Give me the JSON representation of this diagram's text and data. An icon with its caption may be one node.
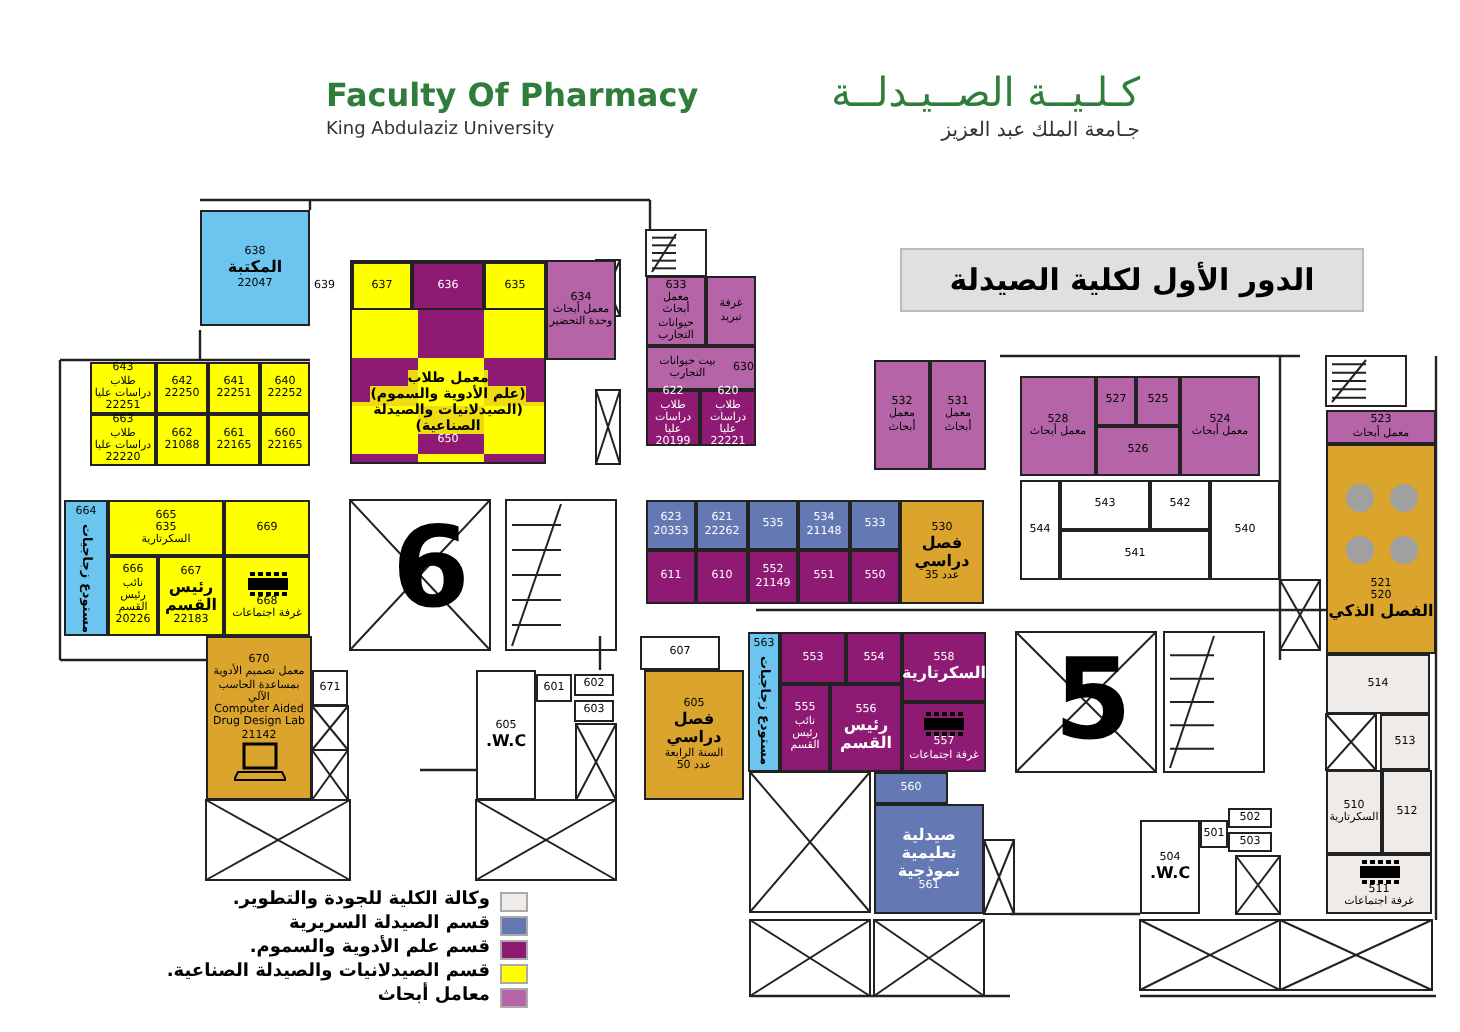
{
  "diagram": {
    "title": "الدور الأول لكلية الصيدلة",
    "nodes": [
      {
        "text": [
          "638",
          "المكتبة",
          "22047"
        ],
        "beside": [
          "639"
        ]
      },
      {
        "text": [
          "معمل طلاب",
          "(علم الأدوية والسموم)",
          "(الصيدلانيات والصيدلة الصناعية)",
          "650"
        ]
      },
      {
        "text": [
          "637"
        ],
        "in": 1
      },
      {
        "text": [
          "636"
        ],
        "in": 1
      },
      {
        "text": [
          "635"
        ],
        "in": 1
      },
      {
        "text": [
          "634",
          "معمل أبحاث وحدة التحضير"
        ]
      },
      {
        "text": [
          "643",
          "طلاب دراسات عليا",
          "22251"
        ]
      },
      {
        "text": [
          "642",
          "22250"
        ]
      },
      {
        "text": [
          "641",
          "22251"
        ]
      },
      {
        "text": [
          "640",
          "22252"
        ]
      },
      {
        "text": [
          "663",
          "طلاب دراسات عليا",
          "22220"
        ]
      },
      {
        "text": [
          "662",
          "21088"
        ]
      },
      {
        "text": [
          "661",
          "22165"
        ]
      },
      {
        "text": [
          "660",
          "22165"
        ]
      },
      {
        "text": [
          "664",
          "مستودع زجاجيات"
        ]
      },
      {
        "text": [
          "665",
          "635",
          "السكرتارية"
        ]
      },
      {
        "text": [
          "669"
        ]
      },
      {
        "text": [
          "666",
          "نائب رئيس القسم",
          "20226"
        ]
      },
      {
        "text": [
          "667",
          "رئيس القسم",
          "22183"
        ]
      },
      {
        "text": [
          "668",
          "غرفة اجتماعات"
        ]
      },
      {
        "text": [
          "670",
          "معمل تصميم الأدوية بمساعدة الحاسب الآلي",
          "Computer Aided Drug Design Lab",
          "21142"
        ]
      },
      {
        "text": [
          "671"
        ]
      },
      {
        "text": [
          "605",
          "W.C."
        ]
      },
      {
        "text": [
          "601"
        ]
      },
      {
        "text": [
          "602"
        ]
      },
      {
        "text": [
          "603"
        ]
      },
      {
        "text": [
          "607"
        ]
      },
      {
        "text": [
          "605",
          "فصل دراسي",
          "السنة الرابعة",
          "عدد 50"
        ]
      },
      {
        "text": [
          "563",
          "مستودع زجاجيات"
        ]
      },
      {
        "text": [
          "553"
        ]
      },
      {
        "text": [
          "554"
        ]
      },
      {
        "text": [
          "558",
          "السكرتارية"
        ]
      },
      {
        "text": [
          "555",
          "نائب رئيس القسم"
        ]
      },
      {
        "text": [
          "556",
          "رئيس القسم"
        ]
      },
      {
        "text": [
          "557",
          "غرفة اجتماعات"
        ]
      },
      {
        "text": [
          "560"
        ]
      },
      {
        "text": [
          "صيدلية تعليمية نموذجية",
          "561"
        ]
      },
      {
        "text": [
          "504",
          "W.C."
        ]
      },
      {
        "text": [
          "501"
        ]
      },
      {
        "text": [
          "502"
        ]
      },
      {
        "text": [
          "503"
        ]
      },
      {
        "text": [
          "514"
        ]
      },
      {
        "text": [
          "513"
        ]
      },
      {
        "text": [
          "510",
          "السكرتارية"
        ]
      },
      {
        "text": [
          "512"
        ]
      },
      {
        "text": [
          "511",
          "غرفة اجتماعات"
        ]
      },
      {
        "text": [
          "521",
          "520",
          "الفصل الذكي"
        ]
      },
      {
        "text": [
          "523",
          "معمل أبحاث"
        ]
      },
      {
        "text": [
          "528",
          "معمل أبحاث"
        ]
      },
      {
        "text": [
          "527"
        ]
      },
      {
        "text": [
          "525"
        ]
      },
      {
        "text": [
          "526"
        ]
      },
      {
        "text": [
          "524",
          "معمل أبحاث"
        ]
      },
      {
        "text": [
          "544"
        ]
      },
      {
        "text": [
          "543"
        ]
      },
      {
        "text": [
          "542"
        ]
      },
      {
        "text": [
          "540"
        ]
      },
      {
        "text": [
          "541"
        ]
      },
      {
        "text": [
          "532",
          "معمل أبحاث"
        ]
      },
      {
        "text": [
          "531",
          "معمل أبحاث"
        ]
      },
      {
        "text": [
          "530",
          "فصل دراسي",
          "عدد 35"
        ]
      },
      {
        "text": [
          "623",
          "20353"
        ]
      },
      {
        "text": [
          "621",
          "22262"
        ]
      },
      {
        "text": [
          "535"
        ]
      },
      {
        "text": [
          "534",
          "21148"
        ]
      },
      {
        "text": [
          "533"
        ]
      },
      {
        "text": [
          "611"
        ]
      },
      {
        "text": [
          "610"
        ]
      },
      {
        "text": [
          "552",
          "21149"
        ]
      },
      {
        "text": [
          "551"
        ]
      },
      {
        "text": [
          "550"
        ]
      },
      {
        "text": [
          "633",
          "معمل أبحاث حيوانات التجارب"
        ]
      },
      {
        "text": [
          "غرفة تبريد"
        ]
      },
      {
        "text": [
          "630",
          "بيت حيوانات التجارب"
        ]
      },
      {
        "text": [
          "622",
          "طلاب دراسات عليا",
          "20199"
        ]
      },
      {
        "text": [
          "620",
          "طلاب دراسات عليا",
          "22221"
        ]
      }
    ],
    "labels": [
      "Faculty Of Pharmacy",
      "King Abdulaziz University",
      "كـلـيــة الصــيـدلــة",
      "جـامعة الملك عبد العزيز",
      "6",
      "5"
    ],
    "legend": [
      {
        "text": "وكالة الكلية للجودة والتطوير.",
        "color": "#efebe9"
      },
      {
        "text": "قسم الصيدلة السريرية",
        "color": "#6479b4"
      },
      {
        "text": "قسم علم الأدوية والسموم.",
        "color": "#8e1a74"
      },
      {
        "text": "قسم الصيدلانيات والصيدلة الصناعية.",
        "color": "#ffff00"
      },
      {
        "text": "معامل أبحاث",
        "color": "#b565a7"
      }
    ]
  }
}
